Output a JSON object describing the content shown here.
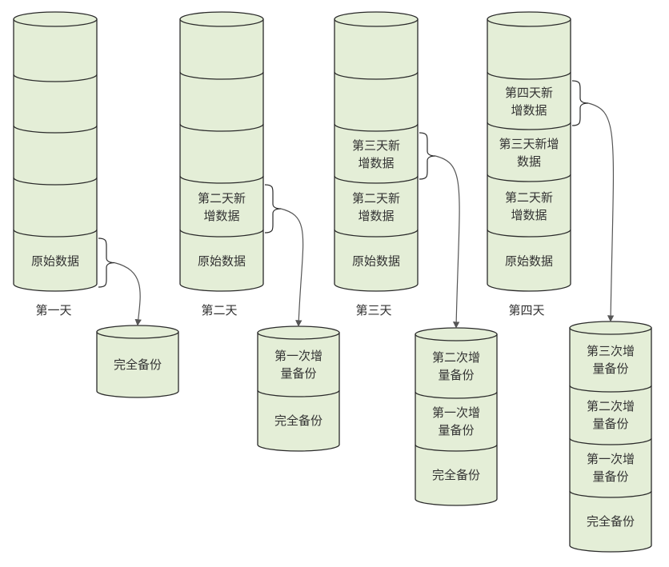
{
  "colors": {
    "cylinder_fill": "#e4eed7",
    "cylinder_stroke": "#2a2a2a",
    "connector": "#555555",
    "text": "#333333"
  },
  "days": [
    {
      "label": "第一天",
      "stack": [
        "",
        "",
        "",
        "",
        "原始数据"
      ],
      "backup": [
        "完全备份"
      ]
    },
    {
      "label": "第二天",
      "stack": [
        "",
        "",
        "",
        "第二天新\n增数据",
        "原始数据"
      ],
      "backup": [
        "第一次增\n量备份",
        "完全备份"
      ]
    },
    {
      "label": "第三天",
      "stack": [
        "",
        "",
        "第三天新\n增数据",
        "第二天新\n增数据",
        "原始数据"
      ],
      "backup": [
        "第二次增\n量备份",
        "第一次增\n量备份",
        "完全备份"
      ]
    },
    {
      "label": "第四天",
      "stack": [
        "",
        "第四天新\n增数据",
        "第三天新增\n数据",
        "第二天新\n增数据",
        "原始数据"
      ],
      "backup": [
        "第三次增\n量备份",
        "第二次增\n量备份",
        "第一次增\n量备份",
        "完全备份"
      ]
    }
  ]
}
